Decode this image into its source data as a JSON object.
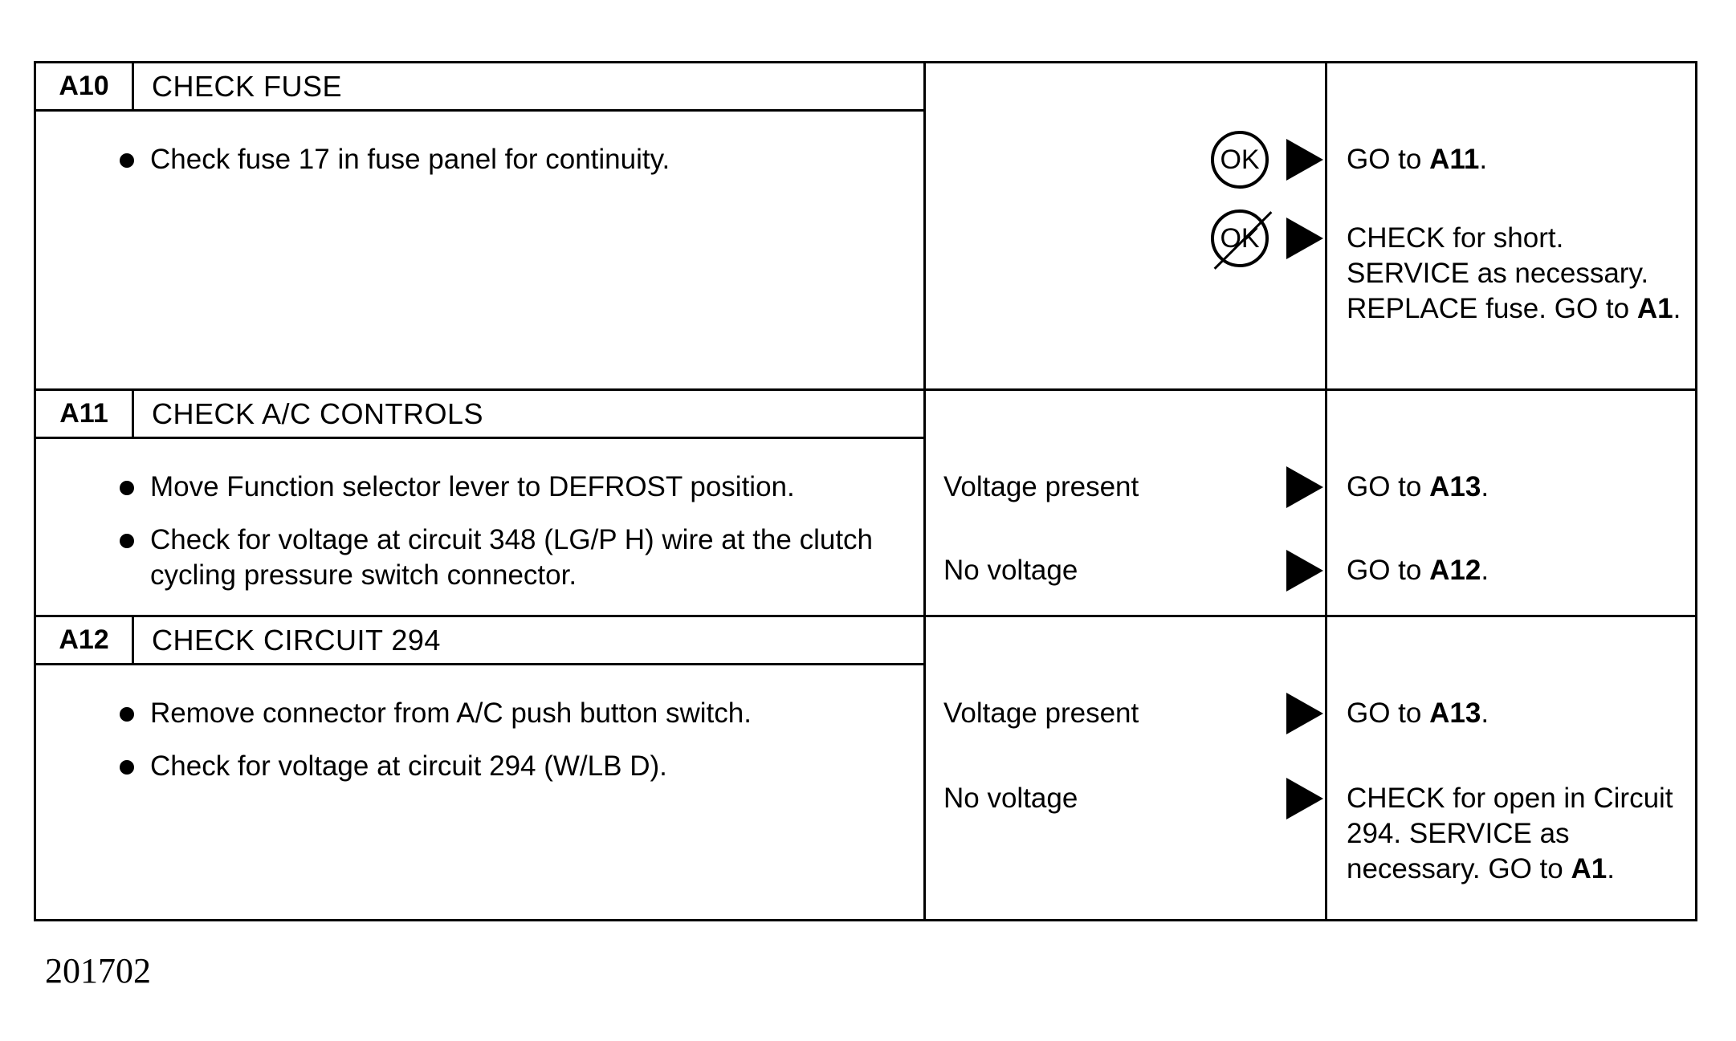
{
  "tests": [
    {
      "id": "A10",
      "title": "CHECK FUSE",
      "steps": [
        "Check fuse 17 in fuse panel for continuity."
      ],
      "results": [
        {
          "kind": "ok",
          "label": "OK",
          "action_text": "GO to ",
          "action_ref": "A11",
          "action_tail": "."
        },
        {
          "kind": "not-ok",
          "label": "OK",
          "action_text": "CHECK for short. SERVICE as necessary. REPLACE fuse. GO to ",
          "action_ref": "A1",
          "action_tail": "."
        }
      ]
    },
    {
      "id": "A11",
      "title": "CHECK A/C CONTROLS",
      "steps": [
        "Move Function selector lever to DEFROST position.",
        "Check for voltage at circuit 348 (LG/P H) wire at the clutch cycling pressure switch connector."
      ],
      "results": [
        {
          "kind": "text",
          "label": "Voltage present",
          "action_text": "GO to ",
          "action_ref": "A13",
          "action_tail": "."
        },
        {
          "kind": "text",
          "label": "No voltage",
          "action_text": "GO to ",
          "action_ref": "A12",
          "action_tail": "."
        }
      ]
    },
    {
      "id": "A12",
      "title": "CHECK CIRCUIT 294",
      "steps": [
        "Remove connector from A/C push button switch.",
        "Check for voltage at circuit 294 (W/LB D)."
      ],
      "results": [
        {
          "kind": "text",
          "label": "Voltage present",
          "action_text": "GO to ",
          "action_ref": "A13",
          "action_tail": "."
        },
        {
          "kind": "text",
          "label": "No voltage",
          "action_text": "CHECK for open in Circuit 294. SERVICE as necessary. GO to ",
          "action_ref": "A1",
          "action_tail": "."
        }
      ]
    }
  ],
  "figure_id": "201702"
}
